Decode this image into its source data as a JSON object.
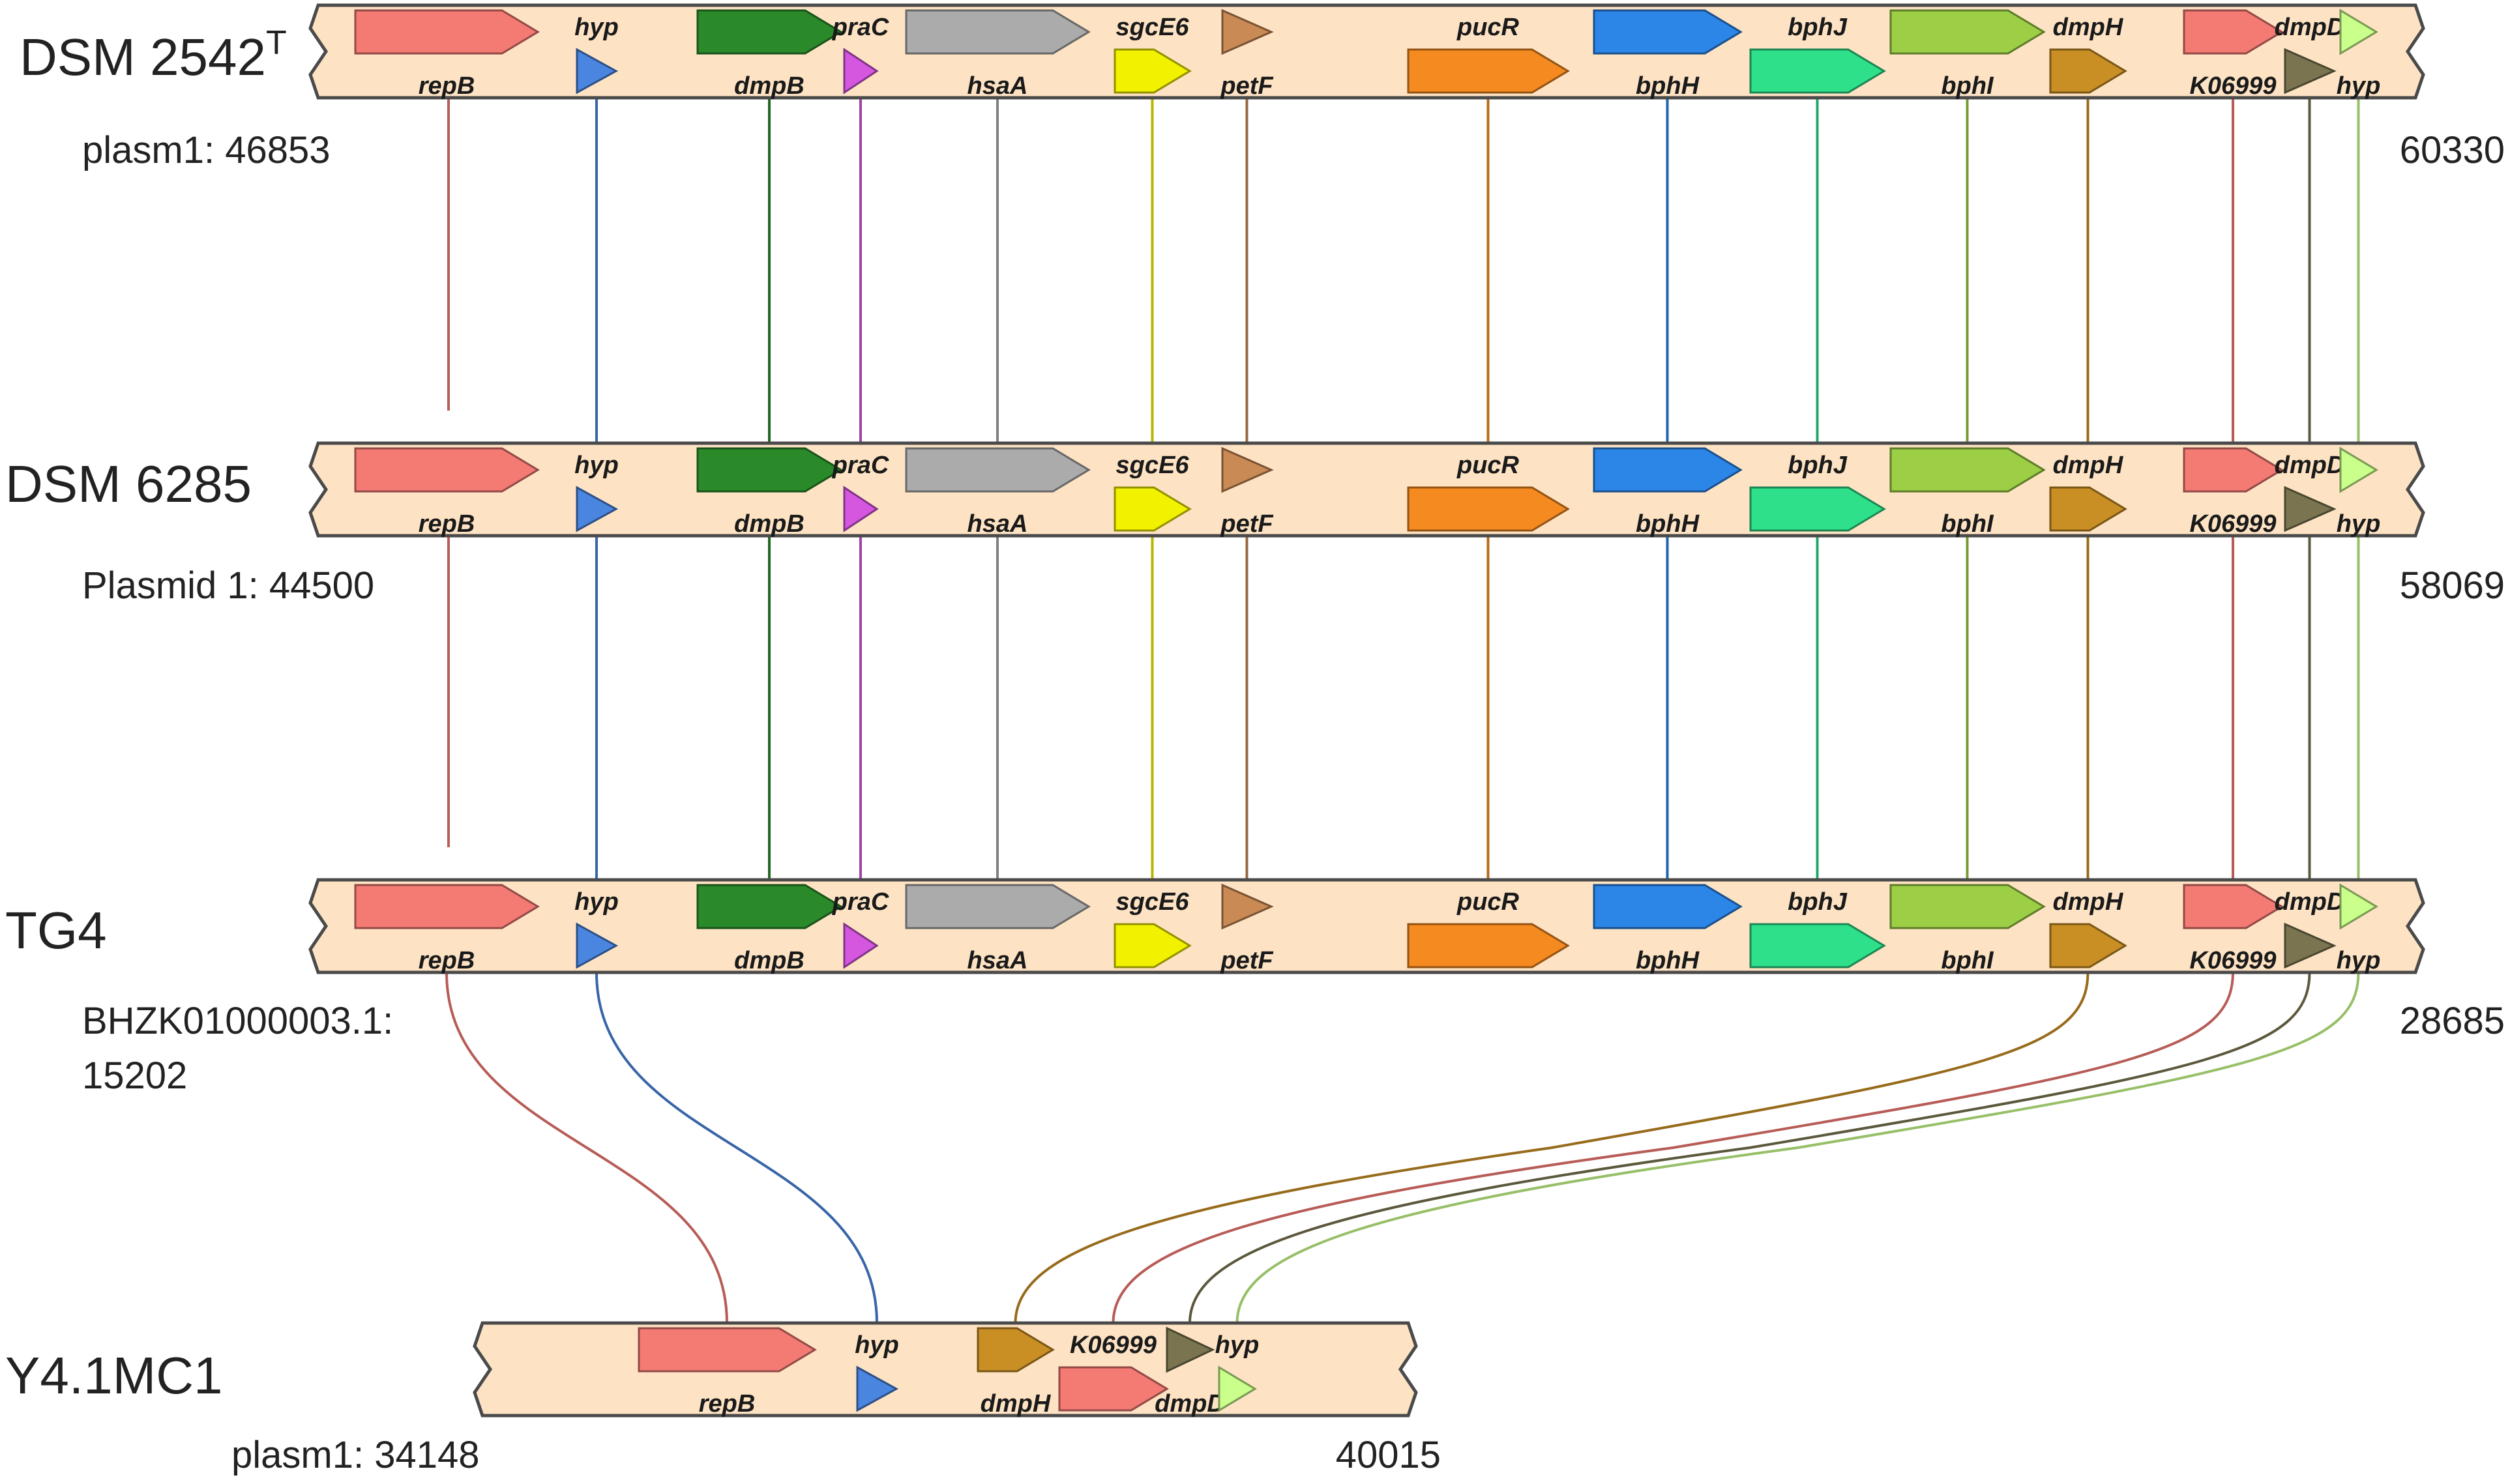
{
  "colors": {
    "track_fill": "#fde3c4",
    "repB": "#f47a74",
    "hyp_blue": "#4a86e0",
    "dmpB": "#2a8a2a",
    "praC": "#d557e0",
    "hsaA": "#ababab",
    "sgcE6": "#f2f200",
    "petF": "#c98a55",
    "pucR": "#f58a20",
    "bphH": "#2b86e8",
    "bphJ": "#2ee08a",
    "bphI": "#9ccf45",
    "dmpH": "#c98f25",
    "K06999": "#f47a74",
    "dmpD": "#7a7550",
    "hyp_green": "#c9ff8a"
  },
  "tracks": [
    {
      "name": "DSM 2542",
      "superscript": "T",
      "start_label": "plasm1: 46853",
      "start_label_line2": "",
      "end_label": "60330",
      "genes": [
        {
          "label": "repB",
          "key": "repB"
        },
        {
          "label": "hyp",
          "key": "hyp_blue"
        },
        {
          "label": "dmpB",
          "key": "dmpB"
        },
        {
          "label": "praC",
          "key": "praC"
        },
        {
          "label": "hsaA",
          "key": "hsaA"
        },
        {
          "label": "sgcE6",
          "key": "sgcE6"
        },
        {
          "label": "petF",
          "key": "petF"
        },
        {
          "label": "pucR",
          "key": "pucR"
        },
        {
          "label": "bphH",
          "key": "bphH"
        },
        {
          "label": "bphJ",
          "key": "bphJ"
        },
        {
          "label": "bphI",
          "key": "bphI"
        },
        {
          "label": "dmpH",
          "key": "dmpH"
        },
        {
          "label": "K06999",
          "key": "K06999"
        },
        {
          "label": "dmpD",
          "key": "dmpD"
        },
        {
          "label": "hyp",
          "key": "hyp_green"
        }
      ]
    },
    {
      "name": "DSM 6285",
      "superscript": "",
      "start_label": "Plasmid  1: 44500",
      "start_label_line2": "",
      "end_label": "58069",
      "genes": [
        {
          "label": "repB",
          "key": "repB"
        },
        {
          "label": "hyp",
          "key": "hyp_blue"
        },
        {
          "label": "dmpB",
          "key": "dmpB"
        },
        {
          "label": "praC",
          "key": "praC"
        },
        {
          "label": "hsaA",
          "key": "hsaA"
        },
        {
          "label": "sgcE6",
          "key": "sgcE6"
        },
        {
          "label": "petF",
          "key": "petF"
        },
        {
          "label": "pucR",
          "key": "pucR"
        },
        {
          "label": "bphH",
          "key": "bphH"
        },
        {
          "label": "bphJ",
          "key": "bphJ"
        },
        {
          "label": "bphI",
          "key": "bphI"
        },
        {
          "label": "dmpH",
          "key": "dmpH"
        },
        {
          "label": "K06999",
          "key": "K06999"
        },
        {
          "label": "dmpD",
          "key": "dmpD"
        },
        {
          "label": "hyp",
          "key": "hyp_green"
        }
      ]
    },
    {
      "name": "TG4",
      "superscript": "",
      "start_label": "BHZK01000003.1:",
      "start_label_line2": "15202",
      "end_label": "28685",
      "genes": [
        {
          "label": "repB",
          "key": "repB"
        },
        {
          "label": "hyp",
          "key": "hyp_blue"
        },
        {
          "label": "dmpB",
          "key": "dmpB"
        },
        {
          "label": "praC",
          "key": "praC"
        },
        {
          "label": "hsaA",
          "key": "hsaA"
        },
        {
          "label": "sgcE6",
          "key": "sgcE6"
        },
        {
          "label": "petF",
          "key": "petF"
        },
        {
          "label": "pucR",
          "key": "pucR"
        },
        {
          "label": "bphH",
          "key": "bphH"
        },
        {
          "label": "bphJ",
          "key": "bphJ"
        },
        {
          "label": "bphI",
          "key": "bphI"
        },
        {
          "label": "dmpH",
          "key": "dmpH"
        },
        {
          "label": "K06999",
          "key": "K06999"
        },
        {
          "label": "dmpD",
          "key": "dmpD"
        },
        {
          "label": "hyp",
          "key": "hyp_green"
        }
      ]
    },
    {
      "name": "Y4.1MC1",
      "superscript": "",
      "start_label": "plasm1: 34148",
      "start_label_line2": "",
      "end_label": "40015",
      "genes": [
        {
          "label": "repB",
          "key": "repB"
        },
        {
          "label": "hyp",
          "key": "hyp_blue"
        },
        {
          "label": "dmpH",
          "key": "dmpH"
        },
        {
          "label": "K06999",
          "key": "K06999"
        },
        {
          "label": "dmpD",
          "key": "dmpD"
        },
        {
          "label": "hyp",
          "key": "hyp_green"
        }
      ]
    }
  ]
}
